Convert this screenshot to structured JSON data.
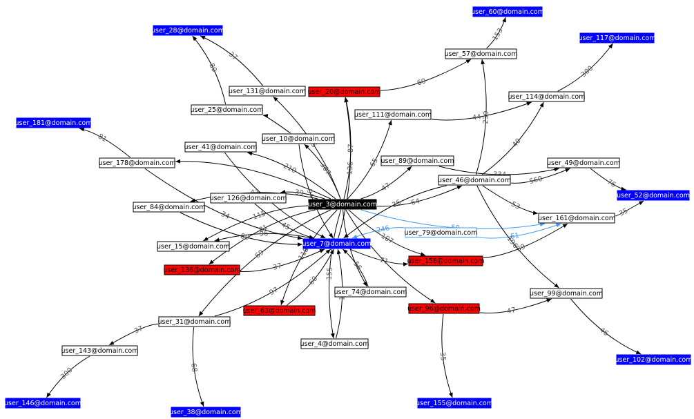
{
  "colors": {
    "normal_fill": "#ffffff",
    "normal_text": "#000000",
    "highlight_fill": "#0000ff",
    "highlight_text": "#ffffff",
    "flagged_fill": "#ff0000",
    "flagged_text": "#000000",
    "center_fill": "#000000",
    "center_text": "#ffffff",
    "edge_default": "#000000",
    "edge_highlight": "#4499ee",
    "label_text": "#555555"
  },
  "nodes": [
    {
      "id": "n60",
      "label": "user_60@domain.com",
      "kind": "highlight"
    },
    {
      "id": "n28",
      "label": "user_28@domain.com",
      "kind": "highlight"
    },
    {
      "id": "n117",
      "label": "user_117@domain.com",
      "kind": "highlight"
    },
    {
      "id": "n57",
      "label": "user_57@domain.com",
      "kind": "normal"
    },
    {
      "id": "n131",
      "label": "user_131@domain.com",
      "kind": "normal"
    },
    {
      "id": "n20",
      "label": "user_20@domain.com",
      "kind": "flagged"
    },
    {
      "id": "n114",
      "label": "user_114@domain.com",
      "kind": "normal"
    },
    {
      "id": "n25",
      "label": "user_25@domain.com",
      "kind": "normal"
    },
    {
      "id": "n111",
      "label": "user_111@domain.com",
      "kind": "normal"
    },
    {
      "id": "n181",
      "label": "user_181@domain.com",
      "kind": "highlight"
    },
    {
      "id": "n10",
      "label": "user_10@domain.com",
      "kind": "normal"
    },
    {
      "id": "n41",
      "label": "user_41@domain.com",
      "kind": "normal"
    },
    {
      "id": "n178",
      "label": "user_178@domain.com",
      "kind": "normal"
    },
    {
      "id": "n89",
      "label": "user_89@domain.com",
      "kind": "normal"
    },
    {
      "id": "n49",
      "label": "user_49@domain.com",
      "kind": "normal"
    },
    {
      "id": "n46",
      "label": "user_46@domain.com",
      "kind": "normal"
    },
    {
      "id": "n126",
      "label": "user_126@domain.com",
      "kind": "normal"
    },
    {
      "id": "n52",
      "label": "user_52@domain.com",
      "kind": "highlight"
    },
    {
      "id": "n3",
      "label": "user_3@domain.com",
      "kind": "center"
    },
    {
      "id": "n84",
      "label": "user_84@domain.com",
      "kind": "normal"
    },
    {
      "id": "n161",
      "label": "user_161@domain.com",
      "kind": "normal"
    },
    {
      "id": "n79",
      "label": "user_79@domain.com",
      "kind": "normal_blue_border"
    },
    {
      "id": "n7",
      "label": "user_7@domain.com",
      "kind": "highlight"
    },
    {
      "id": "n15",
      "label": "user_15@domain.com",
      "kind": "normal"
    },
    {
      "id": "n158",
      "label": "user_158@domain.com",
      "kind": "flagged"
    },
    {
      "id": "n136",
      "label": "user_136@domain.com",
      "kind": "flagged"
    },
    {
      "id": "n74",
      "label": "user_74@domain.com",
      "kind": "normal"
    },
    {
      "id": "n99",
      "label": "user_99@domain.com",
      "kind": "normal"
    },
    {
      "id": "n63",
      "label": "user_63@domain.com",
      "kind": "flagged"
    },
    {
      "id": "n96",
      "label": "user_96@domain.com",
      "kind": "flagged"
    },
    {
      "id": "n31",
      "label": "user_31@domain.com",
      "kind": "normal"
    },
    {
      "id": "n4",
      "label": "user_4@domain.com",
      "kind": "normal"
    },
    {
      "id": "n143",
      "label": "user_143@domain.com",
      "kind": "normal"
    },
    {
      "id": "n102",
      "label": "user_102@domain.com",
      "kind": "highlight"
    },
    {
      "id": "n146",
      "label": "user_146@domain.com",
      "kind": "highlight"
    },
    {
      "id": "n155",
      "label": "user_155@domain.com",
      "kind": "highlight"
    },
    {
      "id": "n38",
      "label": "user_38@domain.com",
      "kind": "highlight"
    }
  ],
  "edges": [
    {
      "from": "n57",
      "to": "n60",
      "label": "153"
    },
    {
      "from": "n20",
      "to": "n57",
      "label": "60"
    },
    {
      "from": "n131",
      "to": "n28",
      "label": "37"
    },
    {
      "from": "n25",
      "to": "n28",
      "label": "80"
    },
    {
      "from": "n114",
      "to": "n117",
      "label": "300"
    },
    {
      "from": "n111",
      "to": "n114",
      "label": "44"
    },
    {
      "from": "n46",
      "to": "n114",
      "label": "40"
    },
    {
      "from": "n46",
      "to": "n57",
      "label": "239"
    },
    {
      "from": "n178",
      "to": "n181",
      "label": "81"
    },
    {
      "from": "n10",
      "to": "n25",
      "label": ""
    },
    {
      "from": "n3",
      "to": "n131",
      "label": "75"
    },
    {
      "from": "n3",
      "to": "n20",
      "label": "87"
    },
    {
      "from": "n7",
      "to": "n20",
      "label": "136"
    },
    {
      "from": "n3",
      "to": "n111",
      "label": "65"
    },
    {
      "from": "n3",
      "to": "n10",
      "label": "367"
    },
    {
      "from": "n3",
      "to": "n41",
      "label": "210"
    },
    {
      "from": "n3",
      "to": "n178",
      "label": ""
    },
    {
      "from": "n3",
      "to": "n89",
      "label": "47"
    },
    {
      "from": "n89",
      "to": "n49",
      "label": "334"
    },
    {
      "from": "n46",
      "to": "n49",
      "label": "560"
    },
    {
      "from": "n49",
      "to": "n52",
      "label": "76"
    },
    {
      "from": "n161",
      "to": "n52",
      "label": "35"
    },
    {
      "from": "n3",
      "to": "n46",
      "label": "64"
    },
    {
      "from": "n46",
      "to": "n161",
      "label": "53"
    },
    {
      "from": "n3",
      "to": "n126",
      "label": "39"
    },
    {
      "from": "n3",
      "to": "n84",
      "label": "47"
    },
    {
      "from": "n3",
      "to": "n161",
      "label": "50",
      "highlight": true
    },
    {
      "from": "n79",
      "to": "n161",
      "label": "51",
      "highlight": true
    },
    {
      "from": "n79",
      "to": "n7",
      "label": "246",
      "highlight": true
    },
    {
      "from": "n46",
      "to": "n7",
      "label": "36"
    },
    {
      "from": "n178",
      "to": "n7",
      "label": "34"
    },
    {
      "from": "n41",
      "to": "n7",
      "label": ""
    },
    {
      "from": "n10",
      "to": "n7",
      "label": "94"
    },
    {
      "from": "n126",
      "to": "n7",
      "label": "45"
    },
    {
      "from": "n84",
      "to": "n7",
      "label": "89"
    },
    {
      "from": "n3",
      "to": "n15",
      "label": "115"
    },
    {
      "from": "n7",
      "to": "n15",
      "label": "96"
    },
    {
      "from": "n136",
      "to": "n7",
      "label": "37"
    },
    {
      "from": "n3",
      "to": "n136",
      "label": "81"
    },
    {
      "from": "n3",
      "to": "n158",
      "label": "107"
    },
    {
      "from": "n7",
      "to": "n158",
      "label": "71"
    },
    {
      "from": "n158",
      "to": "n161",
      "label": "39"
    },
    {
      "from": "n3",
      "to": "n74",
      "label": ""
    },
    {
      "from": "n74",
      "to": "n7",
      "label": "56"
    },
    {
      "from": "n46",
      "to": "n99",
      "label": "196"
    },
    {
      "from": "n3",
      "to": "n63",
      "label": "118"
    },
    {
      "from": "n63",
      "to": "n7",
      "label": "60"
    },
    {
      "from": "n3",
      "to": "n96",
      "label": ""
    },
    {
      "from": "n96",
      "to": "n99",
      "label": "47"
    },
    {
      "from": "n99",
      "to": "n102",
      "label": "46"
    },
    {
      "from": "n3",
      "to": "n31",
      "label": "69"
    },
    {
      "from": "n31",
      "to": "n7",
      "label": "97"
    },
    {
      "from": "n3",
      "to": "n4",
      "label": "155"
    },
    {
      "from": "n4",
      "to": "n7",
      "label": "131"
    },
    {
      "from": "n31",
      "to": "n143",
      "label": "37"
    },
    {
      "from": "n143",
      "to": "n146",
      "label": "300"
    },
    {
      "from": "n96",
      "to": "n155",
      "label": "35"
    },
    {
      "from": "n31",
      "to": "n38",
      "label": "68"
    }
  ]
}
